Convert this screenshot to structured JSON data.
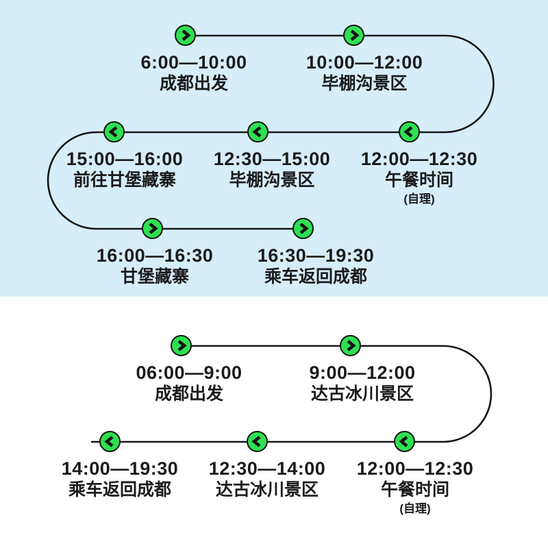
{
  "colors": {
    "section1_background": "#D6EEFA",
    "section2_background": "#FFFFFF",
    "node_green": "#2EE052",
    "line_color": "#161616",
    "text_color": "#1B1B1B"
  },
  "itineraries": [
    {
      "name": "itinerary-1",
      "stops": [
        {
          "time": "6:00—10:00",
          "place": "成都出发",
          "direction": "chevron-right"
        },
        {
          "time": "10:00—12:00",
          "place": "毕棚沟景区",
          "direction": "chevron-right"
        },
        {
          "time": "15:00—16:00",
          "place": "前往甘堡藏寨",
          "direction": "chevron-left"
        },
        {
          "time": "12:30—15:00",
          "place": "毕棚沟景区",
          "direction": "chevron-left"
        },
        {
          "time": "12:00—12:30",
          "place": "午餐时间",
          "note": "(自理)",
          "direction": "chevron-left"
        },
        {
          "time": "16:00—16:30",
          "place": "甘堡藏寨",
          "direction": "chevron-right"
        },
        {
          "time": "16:30—19:30",
          "place": "乘车返回成都",
          "direction": "chevron-right"
        }
      ]
    },
    {
      "name": "itinerary-2",
      "stops": [
        {
          "time": "06:00—9:00",
          "place": "成都出发",
          "direction": "chevron-right"
        },
        {
          "time": "9:00—12:00",
          "place": "达古冰川景区",
          "direction": "chevron-right"
        },
        {
          "time": "14:00—19:30",
          "place": "乘车返回成都",
          "direction": "chevron-left"
        },
        {
          "time": "12:30—14:00",
          "place": "达古冰川景区",
          "direction": "chevron-left"
        },
        {
          "time": "12:00—12:30",
          "place": "午餐时间",
          "note": "(自理)",
          "direction": "chevron-left"
        }
      ]
    }
  ]
}
